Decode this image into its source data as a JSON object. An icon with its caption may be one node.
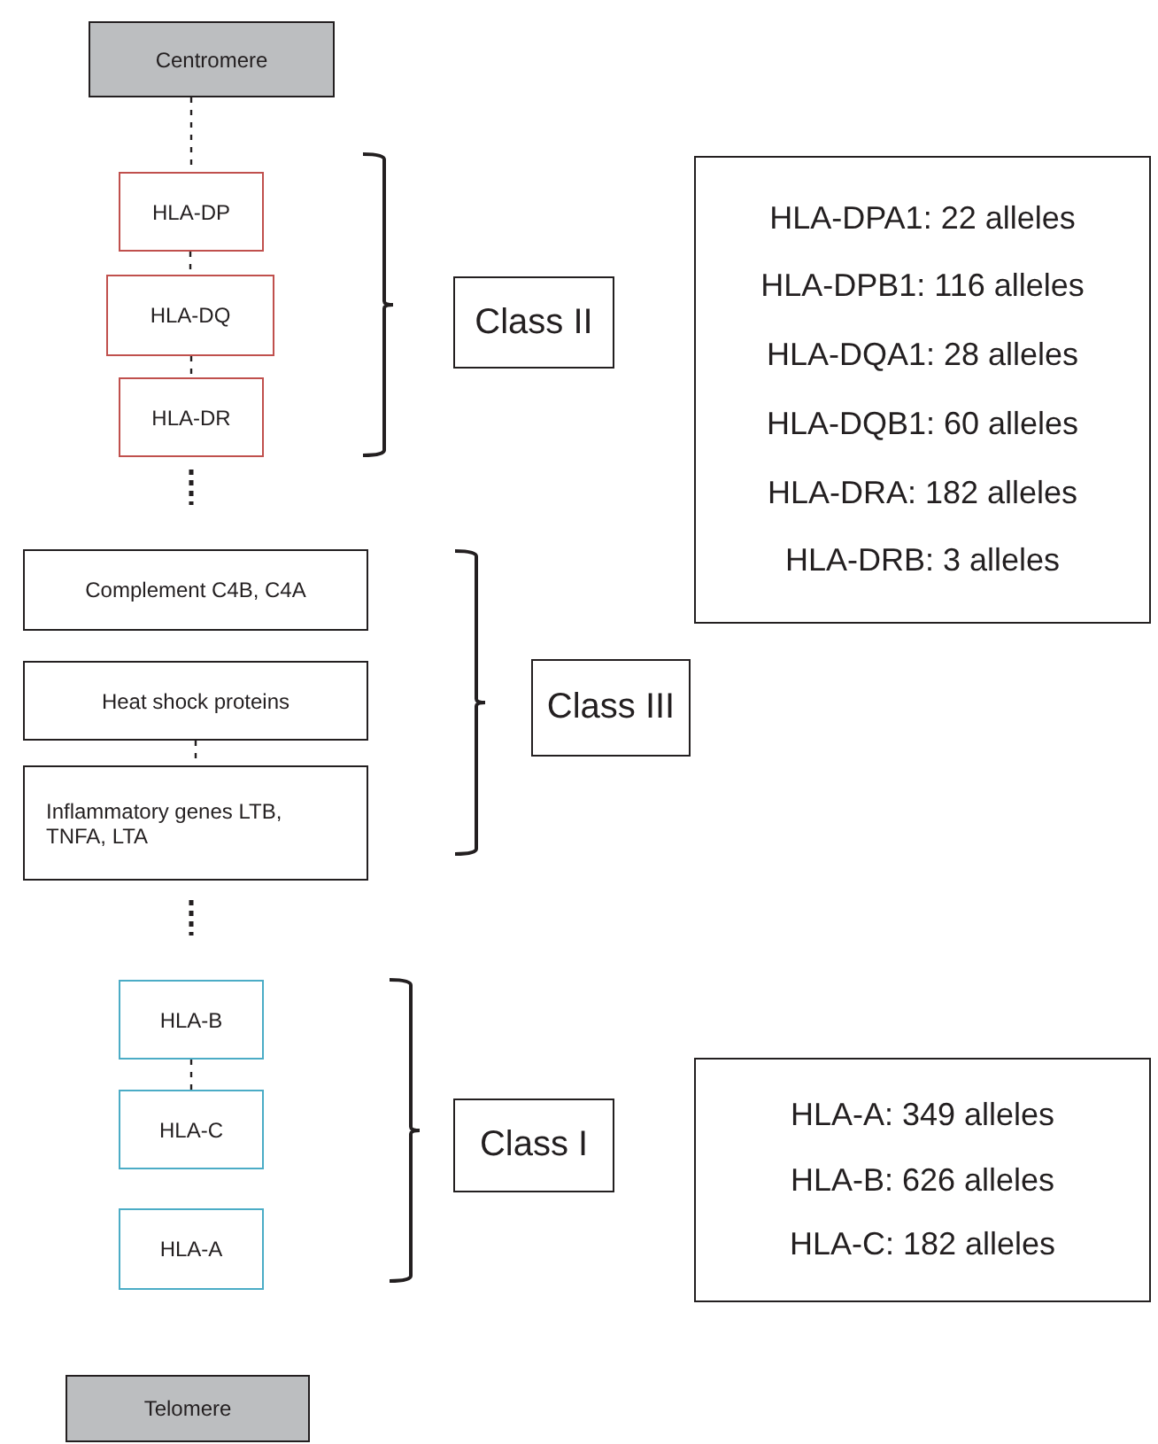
{
  "diagram": {
    "nodes": [
      {
        "text": [
          "Centromere"
        ]
      },
      {
        "text": [
          "HLA-DP"
        ]
      },
      {
        "text": [
          "HLA-DQ"
        ]
      },
      {
        "text": [
          "HLA-DR"
        ]
      },
      {
        "text": [
          "Class II"
        ]
      },
      {
        "text": [
          "HLA-DPA1: 22 alleles",
          "HLA-DPB1: 116 alleles",
          "HLA-DQA1: 28 alleles",
          "HLA-DQB1: 60 alleles",
          "HLA-DRA: 182 alleles",
          "HLA-DRB: 3 alleles"
        ]
      },
      {
        "text": [
          "Complement C4B, C4A"
        ]
      },
      {
        "text": [
          "Heat shock proteins"
        ]
      },
      {
        "text": [
          "Inflammatory genes LTB, TNFA, LTA"
        ]
      },
      {
        "text": [
          "Class III"
        ]
      },
      {
        "text": [
          "HLA-B"
        ]
      },
      {
        "text": [
          "HLA-C"
        ]
      },
      {
        "text": [
          "HLA-A"
        ]
      },
      {
        "text": [
          "Class I"
        ]
      },
      {
        "text": [
          "HLA-A: 349 alleles",
          "HLA-B: 626 alleles",
          "HLA-C: 182 alleles"
        ]
      },
      {
        "text": [
          "Telomere"
        ]
      }
    ],
    "edges": [
      {
        "from": 0,
        "to": 1,
        "arrow": "none"
      },
      {
        "from": 1,
        "to": 2,
        "arrow": "none"
      },
      {
        "from": 2,
        "to": 3,
        "arrow": "none"
      },
      {
        "from": 7,
        "to": 8,
        "arrow": "none"
      },
      {
        "from": 10,
        "to": 11,
        "arrow": "none"
      }
    ]
  }
}
